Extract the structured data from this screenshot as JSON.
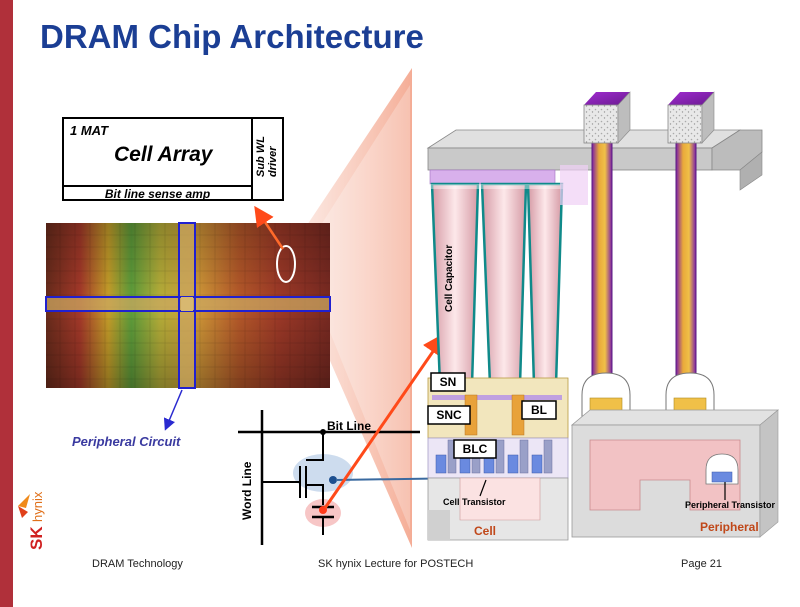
{
  "title": "DRAM Chip Architecture",
  "mat": {
    "mat_label": "1 MAT",
    "array_label": "Cell Array",
    "sense_amp_label": "Bit line sense amp",
    "sub_wl_label_line1": "Sub WL",
    "sub_wl_label_line2": "driver"
  },
  "die": {
    "peripheral_label": "Peripheral Circuit"
  },
  "circuit": {
    "bit_line_label": "Bit Line",
    "word_line_label": "Word Line"
  },
  "cross_section": {
    "cell_capacitor_label": "Cell Capacitor",
    "sn_label": "SN",
    "snc_label": "SNC",
    "bl_label": "BL",
    "blc_label": "BLC",
    "cell_transistor_label": "Cell Transistor",
    "peripheral_transistor_label": "Peripheral Transistor",
    "cell_region_label": "Cell",
    "peripheral_region_label": "Peripheral"
  },
  "footer": {
    "left": "DRAM Technology",
    "center": "SK hynix Lecture for POSTECH",
    "right": "Page 21"
  },
  "logo": {
    "brand_sk": "SK",
    "brand_hynix": "hynix"
  },
  "colors": {
    "title": "#1b3e94",
    "side_bar": "#b0303a",
    "arrow": "#ff4a1a",
    "label_blue": "#3a3aa0"
  }
}
